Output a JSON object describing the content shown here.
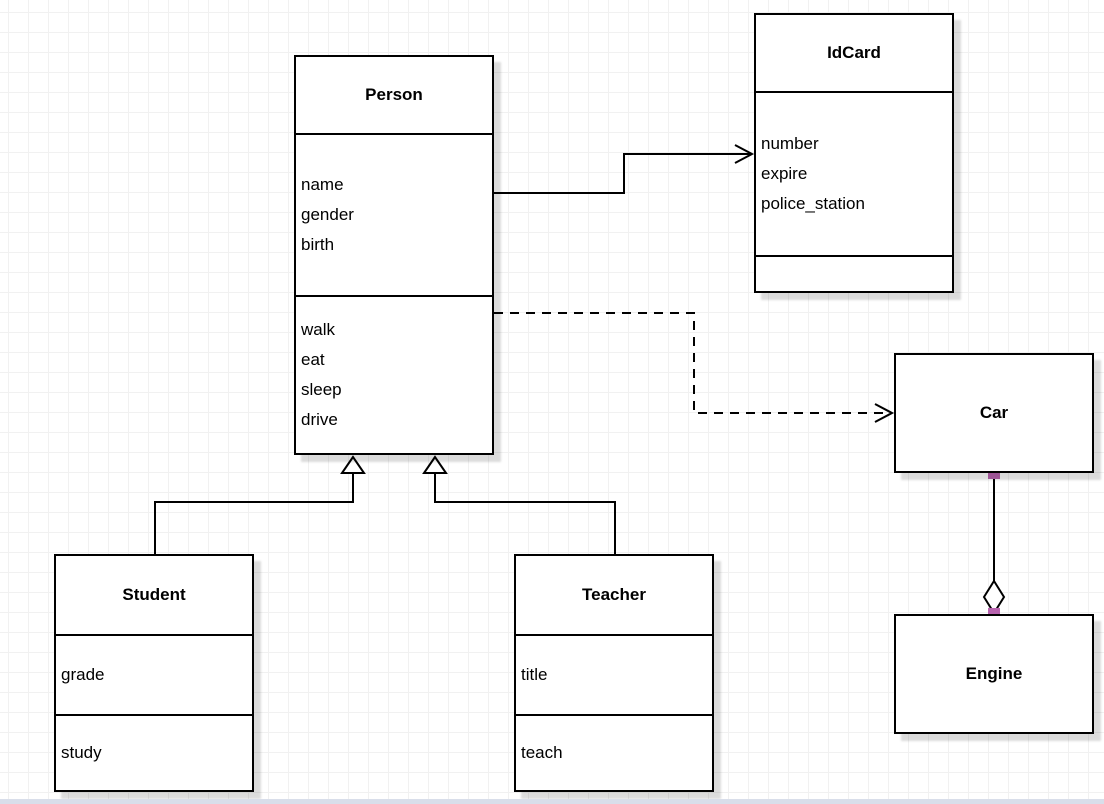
{
  "diagram": {
    "classes": {
      "person": {
        "name": "Person",
        "attributes": [
          "name",
          "gender",
          "birth"
        ],
        "methods": [
          "walk",
          "eat",
          "sleep",
          "drive"
        ]
      },
      "idcard": {
        "name": "IdCard",
        "attributes": [
          "number",
          "expire",
          "police_station"
        ],
        "methods": []
      },
      "car": {
        "name": "Car",
        "attributes": [],
        "methods": []
      },
      "engine": {
        "name": "Engine",
        "attributes": [],
        "methods": []
      },
      "student": {
        "name": "Student",
        "attributes": [
          "grade"
        ],
        "methods": [
          "study"
        ]
      },
      "teacher": {
        "name": "Teacher",
        "attributes": [
          "title"
        ],
        "methods": [
          "teach"
        ]
      }
    },
    "relationships": [
      {
        "from": "Person",
        "to": "IdCard",
        "type": "association",
        "line": "solid",
        "arrowhead": "open-arrow"
      },
      {
        "from": "Person",
        "to": "Car",
        "type": "dependency",
        "line": "dashed",
        "arrowhead": "open-arrow"
      },
      {
        "from": "Student",
        "to": "Person",
        "type": "generalization",
        "line": "solid",
        "arrowhead": "hollow-triangle"
      },
      {
        "from": "Teacher",
        "to": "Person",
        "type": "generalization",
        "line": "solid",
        "arrowhead": "hollow-triangle"
      },
      {
        "from": "Car",
        "to": "Engine",
        "type": "aggregation",
        "line": "solid",
        "arrowhead": "hollow-diamond",
        "endpoint_markers": "fixed-point-squares"
      }
    ],
    "colors": {
      "stroke": "#000000",
      "shape_fill": "#ffffff",
      "grid_line": "#f1f1f1",
      "grid_line_major": "#e9e9e9",
      "endpoint_marker": "#b763ae",
      "page_edge": "#d9deea",
      "shadow": "rgba(0,0,0,0.14)"
    }
  }
}
